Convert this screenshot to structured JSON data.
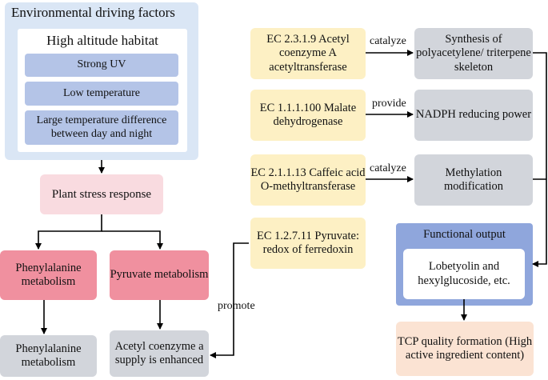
{
  "env": {
    "title": "Environmental driving factors",
    "subtitle": "High altitude habitat",
    "items": [
      "Strong UV",
      "Low temperature",
      "Large temperature difference between day and night"
    ]
  },
  "stress": "Plant stress response",
  "phenylalanine": "Phenylalanine metabolism",
  "pyruvate": "Pyruvate metabolism",
  "phen_out": "Phenylalanine metabolism",
  "acetyl_out": "Acetyl coenzyme a supply is enhanced",
  "promote": "promote",
  "enzymes": [
    {
      "text": "EC 2.3.1.9 Acetyl coenzyme A acetyltransferase",
      "verb": "catalyze",
      "result": "Synthesis of polyacetylene/ triterpene skeleton"
    },
    {
      "text": "EC 1.1.1.100 Malate dehydrogenase",
      "verb": "provide",
      "result": "NADPH reducing power"
    },
    {
      "text": "EC 2.1.1.13 Caffeic acid O-methyltransferase",
      "verb": "catalyze",
      "result": "Methylation modification"
    },
    {
      "text": "EC 1.2.7.11 Pyruvate: redox of ferredoxin"
    }
  ],
  "functional": {
    "title": "Functional output",
    "body": "Lobetyolin and hexylglucoside, etc."
  },
  "tcp": "TCP quality formation (High active ingredient content)"
}
